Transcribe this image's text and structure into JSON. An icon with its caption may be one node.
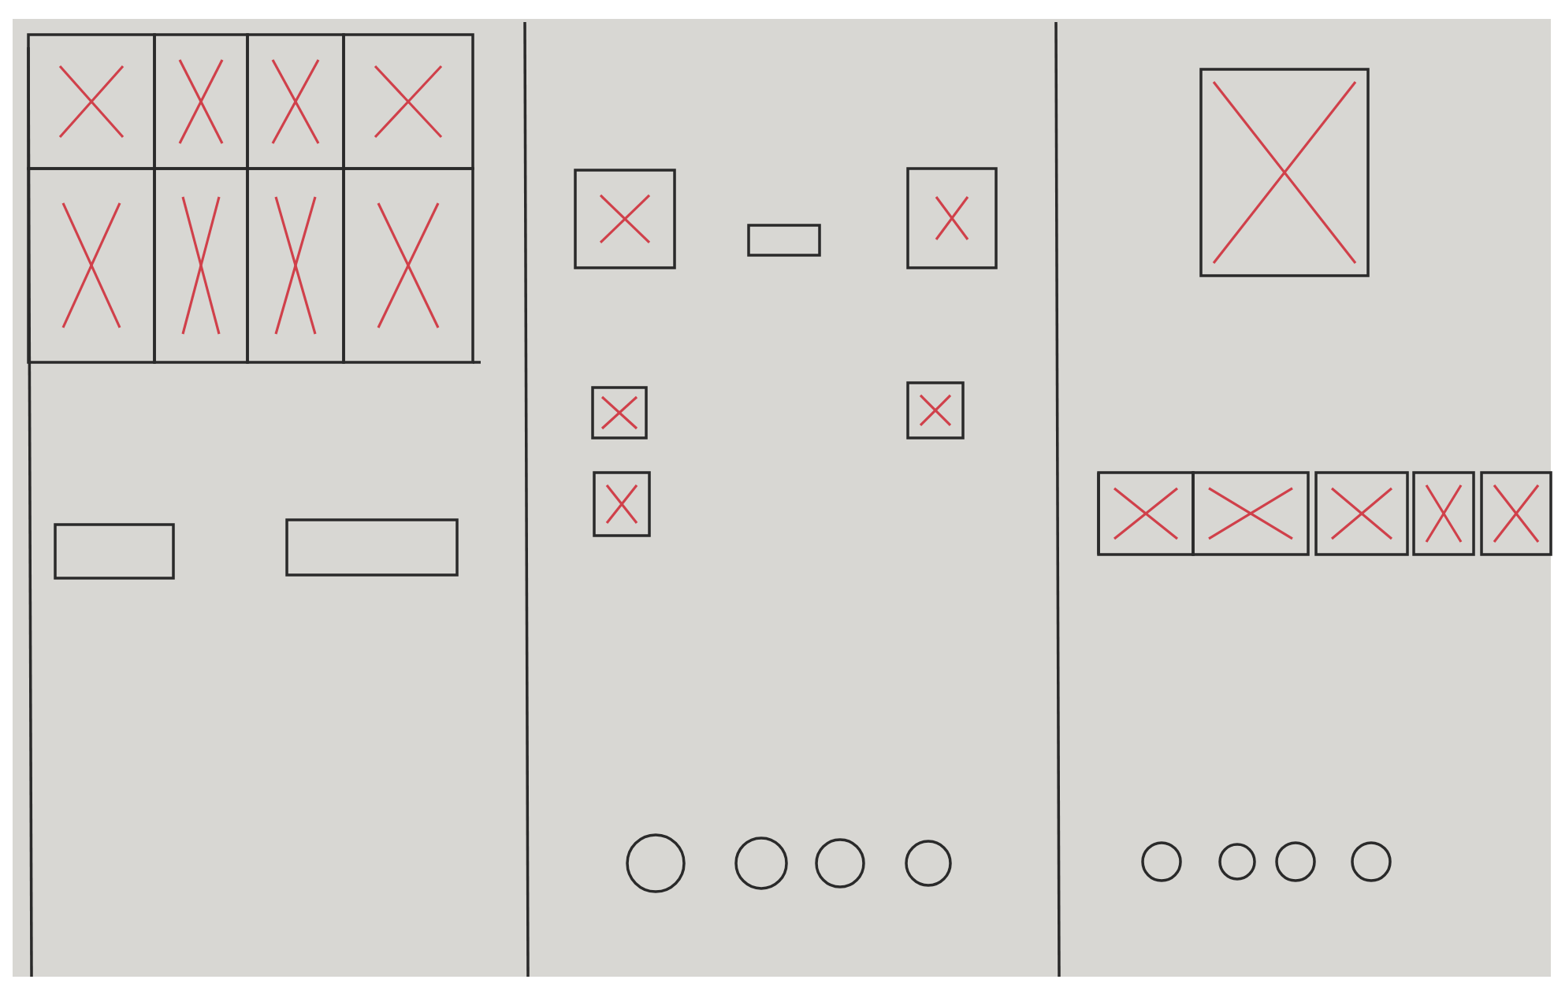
{
  "diagram": {
    "nodes": [
      {
        "text": [],
        "shape": "box"
      },
      {
        "text": [],
        "shape": "box"
      },
      {
        "text": [],
        "shape": "box"
      },
      {
        "text": [],
        "shape": "box"
      },
      {
        "text": [],
        "shape": "box"
      },
      {
        "text": [],
        "shape": "box"
      },
      {
        "text": [],
        "shape": "box"
      },
      {
        "text": [],
        "shape": "box"
      },
      {
        "text": [],
        "shape": "box"
      },
      {
        "text": [],
        "shape": "box"
      },
      {
        "text": [],
        "shape": "box"
      },
      {
        "text": [],
        "shape": "box"
      },
      {
        "text": [],
        "shape": "box"
      },
      {
        "text": [],
        "shape": "box"
      },
      {
        "text": [],
        "shape": "box"
      },
      {
        "text": [],
        "shape": "box"
      },
      {
        "text": [],
        "shape": "circle"
      },
      {
        "text": [],
        "shape": "circle"
      },
      {
        "text": [],
        "shape": "circle"
      },
      {
        "text": [],
        "shape": "circle"
      },
      {
        "text": [],
        "shape": "box"
      },
      {
        "text": [],
        "shape": "box"
      },
      {
        "text": [],
        "shape": "box"
      },
      {
        "text": [],
        "shape": "box"
      },
      {
        "text": [],
        "shape": "box"
      },
      {
        "text": [],
        "shape": "box"
      },
      {
        "text": [],
        "shape": "circle"
      },
      {
        "text": [],
        "shape": "circle"
      },
      {
        "text": [],
        "shape": "circle"
      },
      {
        "text": [],
        "shape": "circle"
      }
    ]
  }
}
